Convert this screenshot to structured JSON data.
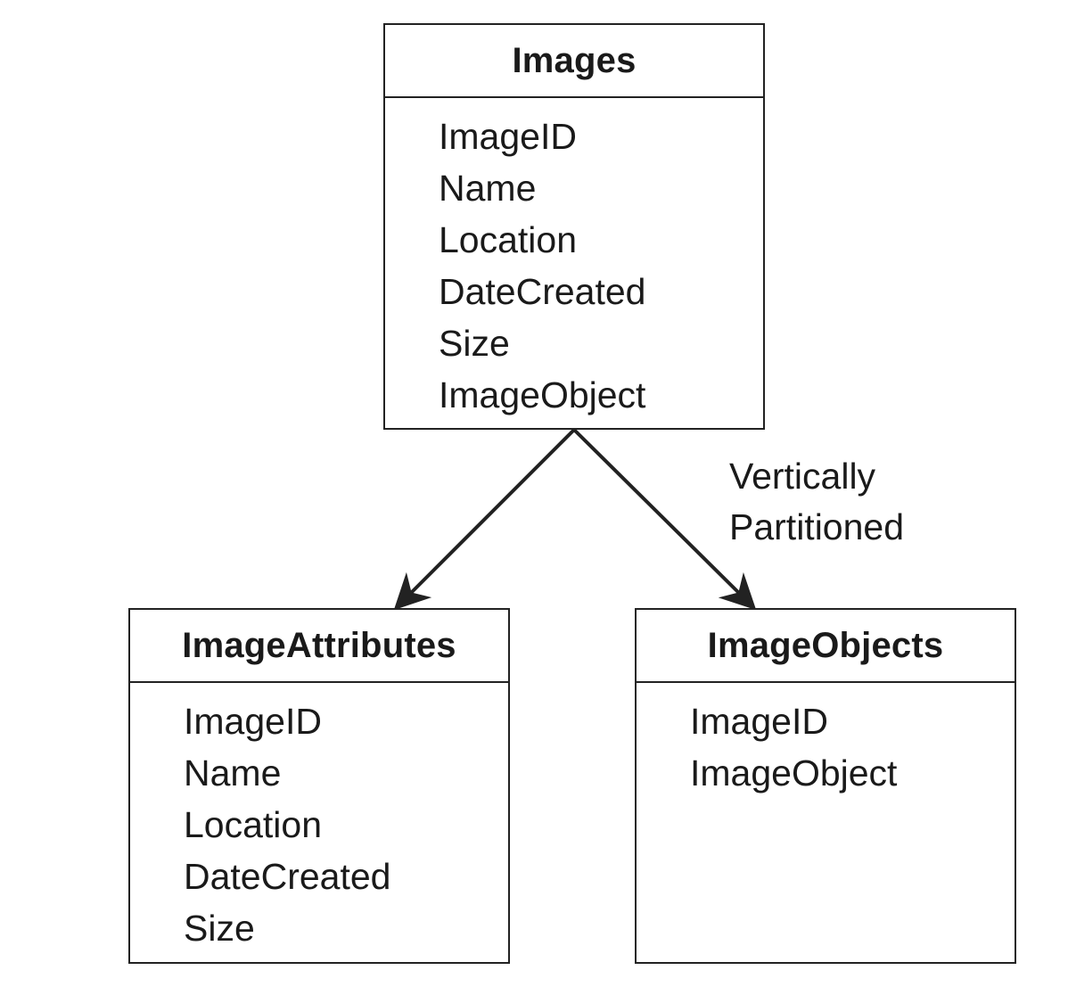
{
  "tables": {
    "images": {
      "title": "Images",
      "fields": [
        "ImageID",
        "Name",
        "Location",
        "DateCreated",
        "Size",
        "ImageObject"
      ]
    },
    "image_attributes": {
      "title": "ImageAttributes",
      "fields": [
        "ImageID",
        "Name",
        "Location",
        "DateCreated",
        "Size"
      ]
    },
    "image_objects": {
      "title": "ImageObjects",
      "fields": [
        "ImageID",
        "ImageObject"
      ]
    }
  },
  "annotation": {
    "line1": "Vertically",
    "line2": "Partitioned"
  },
  "colors": {
    "stroke": "#222222",
    "text": "#1a1a1a",
    "background": "#ffffff"
  }
}
